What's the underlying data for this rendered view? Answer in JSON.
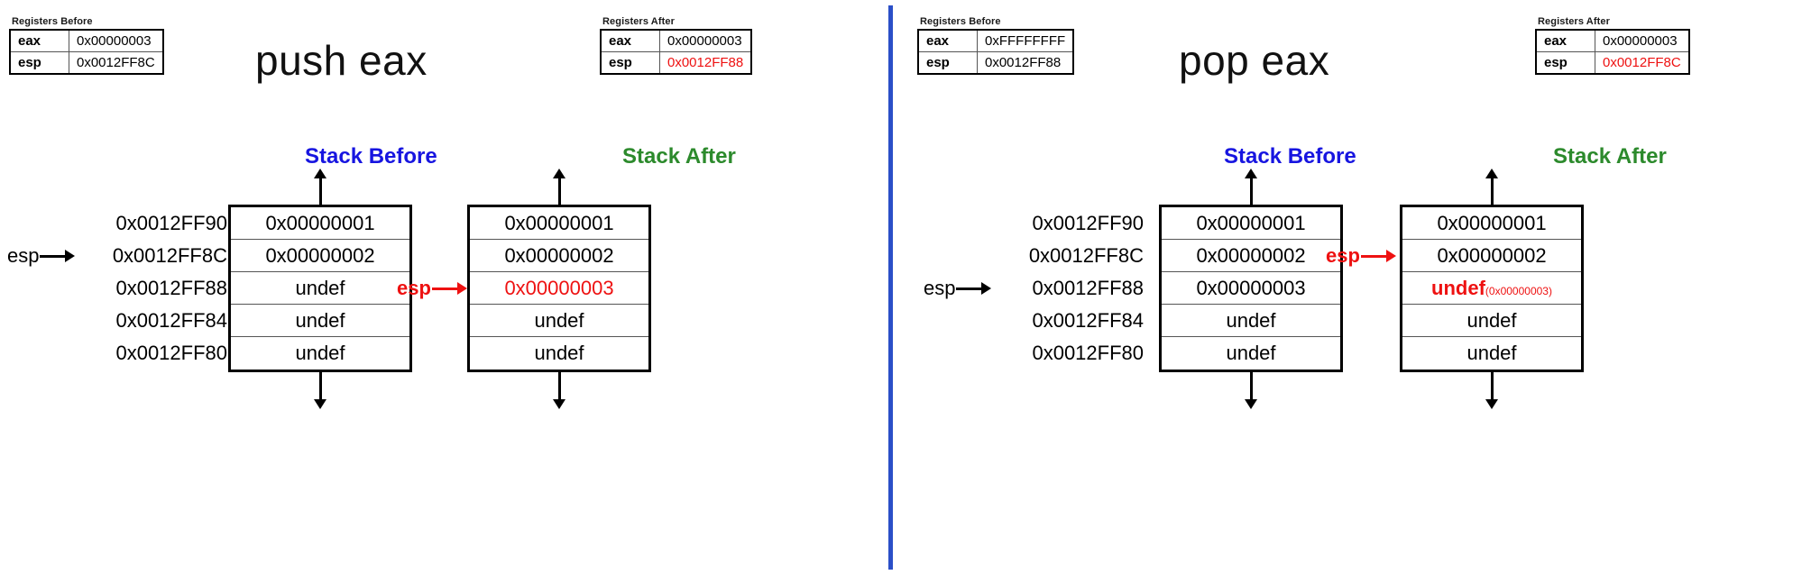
{
  "panels": [
    {
      "id": "push",
      "instruction": "push eax",
      "registers_before": {
        "caption": "Registers Before",
        "rows": [
          {
            "name": "eax",
            "value": "0x00000003",
            "highlight": false
          },
          {
            "name": "esp",
            "value": "0x0012FF8C",
            "highlight": false
          }
        ]
      },
      "registers_after": {
        "caption": "Registers After",
        "rows": [
          {
            "name": "eax",
            "value": "0x00000003",
            "highlight": false
          },
          {
            "name": "esp",
            "value": "0x0012FF88",
            "highlight": true
          }
        ]
      },
      "stack_before": {
        "heading": "Stack Before",
        "addresses": [
          "0x0012FF90",
          "0x0012FF8C",
          "0x0012FF88",
          "0x0012FF84",
          "0x0012FF80"
        ],
        "cells": [
          {
            "text": "0x00000001",
            "highlight": false
          },
          {
            "text": "0x00000002",
            "highlight": false
          },
          {
            "text": "undef",
            "highlight": false
          },
          {
            "text": "undef",
            "highlight": false
          },
          {
            "text": "undef",
            "highlight": false
          }
        ],
        "esp_label": "esp",
        "esp_row": 1
      },
      "stack_after": {
        "heading": "Stack After",
        "cells": [
          {
            "text": "0x00000001",
            "highlight": false
          },
          {
            "text": "0x00000002",
            "highlight": false
          },
          {
            "text": "0x00000003",
            "highlight": true
          },
          {
            "text": "undef",
            "highlight": false
          },
          {
            "text": "undef",
            "highlight": false
          }
        ],
        "esp_label": "esp",
        "esp_row": 2
      }
    },
    {
      "id": "pop",
      "instruction": "pop eax",
      "registers_before": {
        "caption": "Registers Before",
        "rows": [
          {
            "name": "eax",
            "value": "0xFFFFFFFF",
            "highlight": false
          },
          {
            "name": "esp",
            "value": "0x0012FF88",
            "highlight": false
          }
        ]
      },
      "registers_after": {
        "caption": "Registers After",
        "rows": [
          {
            "name": "eax",
            "value": "0x00000003",
            "highlight": false
          },
          {
            "name": "esp",
            "value": "0x0012FF8C",
            "highlight": true
          }
        ]
      },
      "stack_before": {
        "heading": "Stack Before",
        "addresses": [
          "0x0012FF90",
          "0x0012FF8C",
          "0x0012FF88",
          "0x0012FF84",
          "0x0012FF80"
        ],
        "cells": [
          {
            "text": "0x00000001",
            "highlight": false
          },
          {
            "text": "0x00000002",
            "highlight": false
          },
          {
            "text": "0x00000003",
            "highlight": false
          },
          {
            "text": "undef",
            "highlight": false
          },
          {
            "text": "undef",
            "highlight": false
          }
        ],
        "esp_label": "esp",
        "esp_row": 2
      },
      "stack_after": {
        "heading": "Stack After",
        "cells": [
          {
            "text": "0x00000001",
            "highlight": false
          },
          {
            "text": "0x00000002",
            "highlight": false
          },
          {
            "text": "undef",
            "sub": "(0x00000003)",
            "highlight": true
          },
          {
            "text": "undef",
            "highlight": false
          },
          {
            "text": "undef",
            "highlight": false
          }
        ],
        "esp_label": "esp",
        "esp_row": 1
      }
    }
  ],
  "colors": {
    "highlight_red": "#ee1111",
    "heading_before_blue": "#1715e0",
    "heading_after_green": "#2c8a2c",
    "divider_blue": "#2b4fc8"
  }
}
